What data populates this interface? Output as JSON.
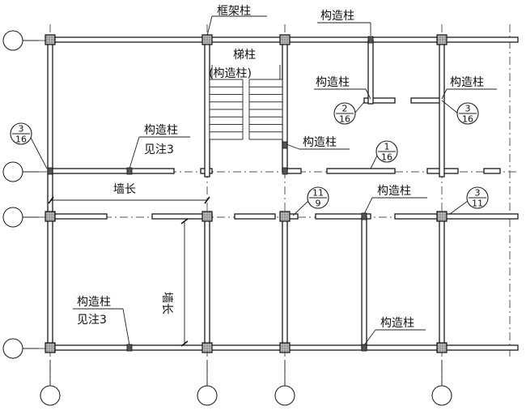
{
  "labels": {
    "frame_column": "框架柱",
    "constructional_column": "构造柱",
    "stair_column": "梯柱",
    "stair_column_sub": "(构造柱)",
    "see_note_3": "见注3",
    "wall_length": "墙长",
    "wall_length_vertical": "墙长"
  },
  "detail_callouts": [
    {
      "name": "callout-3-16-left",
      "top": "3",
      "bottom": "16"
    },
    {
      "name": "callout-2-16",
      "top": "2",
      "bottom": "16"
    },
    {
      "name": "callout-3-16-right",
      "top": "3",
      "bottom": "16"
    },
    {
      "name": "callout-1-16",
      "top": "1",
      "bottom": "16"
    },
    {
      "name": "callout-11-9",
      "top": "11",
      "bottom": "9"
    },
    {
      "name": "callout-3-11",
      "top": "3",
      "bottom": "11"
    }
  ]
}
